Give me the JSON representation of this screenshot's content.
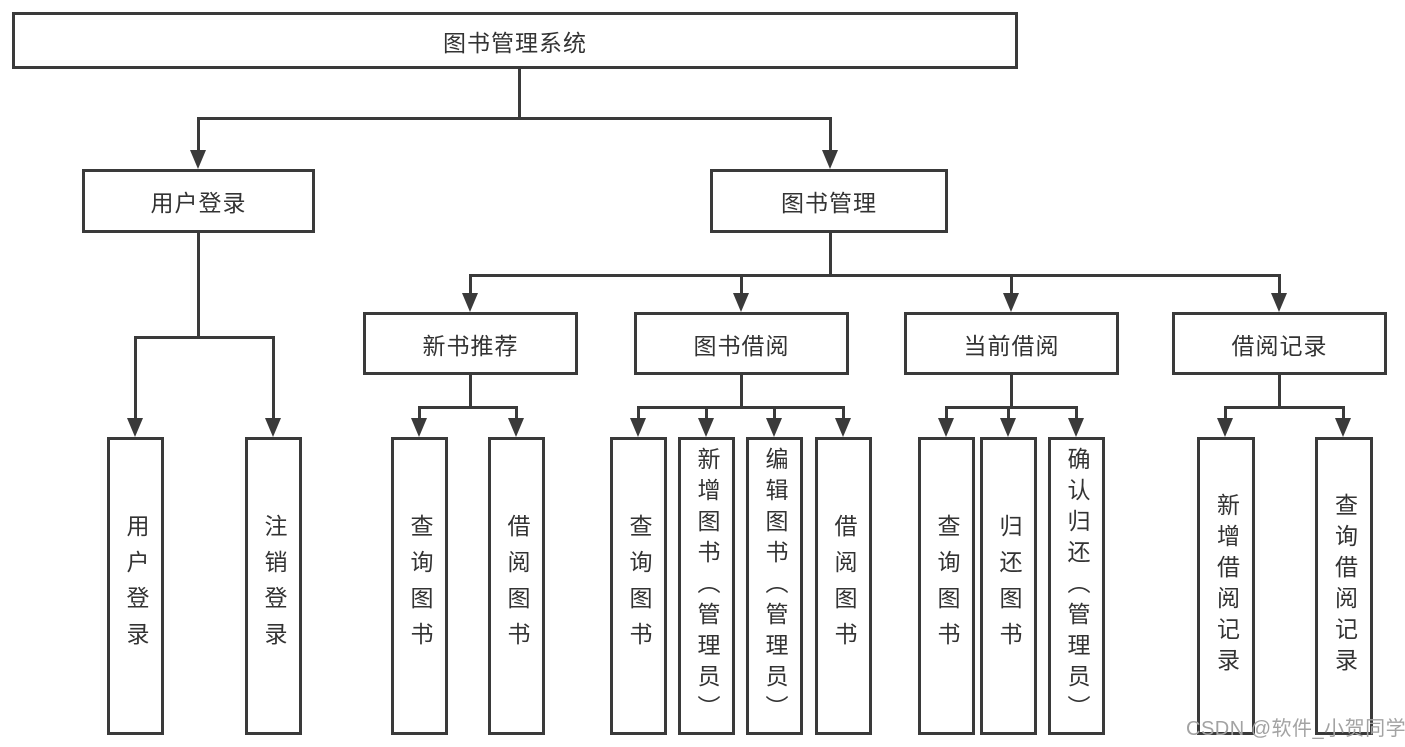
{
  "diagram": {
    "type": "hierarchy-chart",
    "title": "图书管理系统",
    "nodes": {
      "root": {
        "label": "图书管理系统"
      },
      "user_login": {
        "label": "用户登录"
      },
      "book_mgmt": {
        "label": "图书管理"
      },
      "new_book_rec": {
        "label": "新书推荐"
      },
      "book_borrow": {
        "label": "图书借阅"
      },
      "current_borrow": {
        "label": "当前借阅"
      },
      "borrow_records": {
        "label": "借阅记录"
      },
      "leaf_user_login": {
        "label": "用户登录"
      },
      "leaf_logout": {
        "label": "注销登录"
      },
      "leaf_rec_query_book": {
        "label": "查询图书"
      },
      "leaf_rec_borrow_book": {
        "label": "借阅图书"
      },
      "leaf_bb_query_book": {
        "label": "查询图书"
      },
      "leaf_bb_add_book": {
        "label": "新增图书（管理员）"
      },
      "leaf_bb_edit_book": {
        "label": "编辑图书（管理员）"
      },
      "leaf_bb_borrow_book": {
        "label": "借阅图书"
      },
      "leaf_cb_query_book": {
        "label": "查询图书"
      },
      "leaf_cb_return_book": {
        "label": "归还图书"
      },
      "leaf_cb_confirm_return": {
        "label": "确认归还（管理员）"
      },
      "leaf_br_add_record": {
        "label": "新增借阅记录"
      },
      "leaf_br_query_record": {
        "label": "查询借阅记录"
      }
    },
    "edges": [
      [
        "root",
        "user_login"
      ],
      [
        "root",
        "book_mgmt"
      ],
      [
        "user_login",
        "leaf_user_login"
      ],
      [
        "user_login",
        "leaf_logout"
      ],
      [
        "book_mgmt",
        "new_book_rec"
      ],
      [
        "book_mgmt",
        "book_borrow"
      ],
      [
        "book_mgmt",
        "current_borrow"
      ],
      [
        "book_mgmt",
        "borrow_records"
      ],
      [
        "new_book_rec",
        "leaf_rec_query_book"
      ],
      [
        "new_book_rec",
        "leaf_rec_borrow_book"
      ],
      [
        "book_borrow",
        "leaf_bb_query_book"
      ],
      [
        "book_borrow",
        "leaf_bb_add_book"
      ],
      [
        "book_borrow",
        "leaf_bb_edit_book"
      ],
      [
        "book_borrow",
        "leaf_bb_borrow_book"
      ],
      [
        "current_borrow",
        "leaf_cb_query_book"
      ],
      [
        "current_borrow",
        "leaf_cb_return_book"
      ],
      [
        "current_borrow",
        "leaf_cb_confirm_return"
      ],
      [
        "borrow_records",
        "leaf_br_add_record"
      ],
      [
        "borrow_records",
        "leaf_br_query_record"
      ]
    ],
    "colors": {
      "line": "#3a3a3a",
      "text": "#333333",
      "background": "#ffffff",
      "watermark": "#a3a3a3"
    }
  },
  "watermark": {
    "text": "CSDN @软件_小贺同学"
  }
}
